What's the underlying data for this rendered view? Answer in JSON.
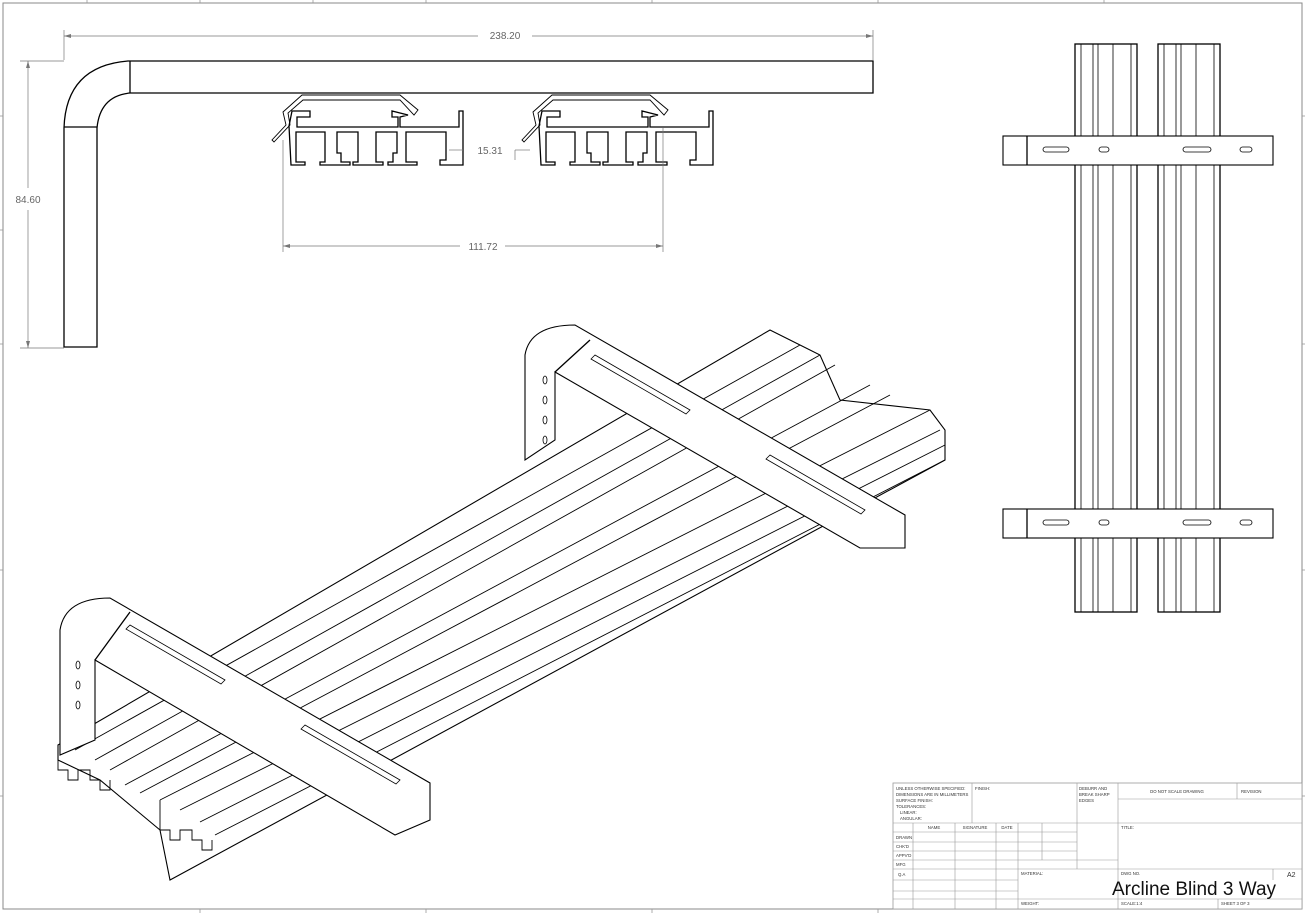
{
  "dimensions": {
    "overall_length": "238.20",
    "height": "84.60",
    "profile_spacing": "111.72",
    "profile_depth": "15.31"
  },
  "title_block": {
    "tolerance_notes": [
      "UNLESS OTHERWISE SPECIFIED:",
      "DIMENSIONS ARE IN MILLIMETERS",
      "SURFACE FINISH:",
      "TOLERANCES:",
      "LINEAR:",
      "ANGULAR:"
    ],
    "finish_label": "FINISH:",
    "deburr_notes": [
      "DEBURR AND",
      "BREAK SHARP",
      "EDGES"
    ],
    "do_not_scale": "DO NOT SCALE DRAWING",
    "revision_label": "REVISION",
    "columns": [
      "NAME",
      "SIGNATURE",
      "DATE"
    ],
    "rows": [
      "DRAWN",
      "CHK'D",
      "APPV'D",
      "MFG",
      "Q.A"
    ],
    "title_label": "TITLE:",
    "material_label": "MATERIAL:",
    "weight_label": "WEIGHT:",
    "dwg_no_label": "DWG NO.",
    "dwg_no": "Arcline Blind 3 Way",
    "sheet_size": "A2",
    "scale": "SCALE:1:4",
    "sheet": "SHEET 3 OF 3"
  }
}
